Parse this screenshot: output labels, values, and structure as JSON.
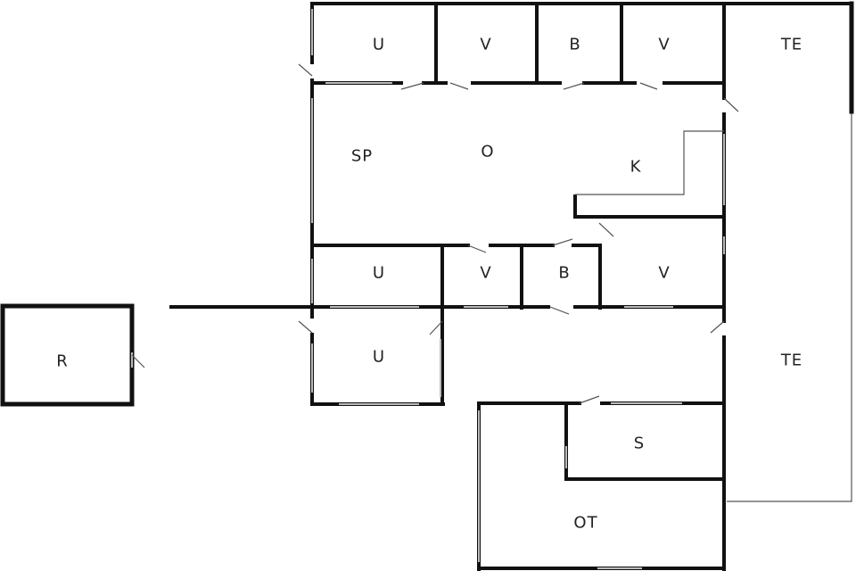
{
  "rooms": [
    {
      "id": "u-top",
      "label": "U"
    },
    {
      "id": "v-top-1",
      "label": "V"
    },
    {
      "id": "b-top",
      "label": "B"
    },
    {
      "id": "v-top-2",
      "label": "V"
    },
    {
      "id": "te-top",
      "label": "TE"
    },
    {
      "id": "sp",
      "label": "SP"
    },
    {
      "id": "o",
      "label": "O"
    },
    {
      "id": "k",
      "label": "K"
    },
    {
      "id": "u-mid",
      "label": "U"
    },
    {
      "id": "v-mid-1",
      "label": "V"
    },
    {
      "id": "b-mid",
      "label": "B"
    },
    {
      "id": "v-mid-2",
      "label": "V"
    },
    {
      "id": "r",
      "label": "R"
    },
    {
      "id": "u-low",
      "label": "U"
    },
    {
      "id": "te-low",
      "label": "TE"
    },
    {
      "id": "s",
      "label": "S"
    },
    {
      "id": "ot",
      "label": "OT"
    }
  ]
}
